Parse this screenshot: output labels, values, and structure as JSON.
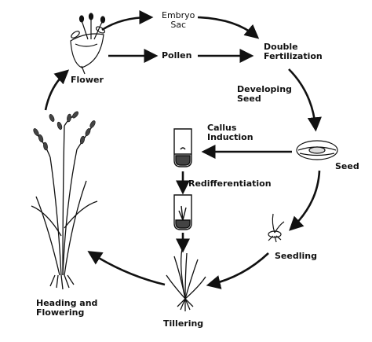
{
  "labels": {
    "embryo_sac_line1": "Embryo",
    "embryo_sac_line2": "Sac",
    "double_fert_line1": "Double",
    "double_fert_line2": "Fertilization",
    "flower": "Flower",
    "pollen": "Pollen",
    "developing_seed_line1": "Developing",
    "developing_seed_line2": "Seed",
    "callus_line1": "Callus",
    "callus_line2": "Induction",
    "seed": "Seed",
    "redifferentiation": "Redifferentiation",
    "seedling": "Seedling",
    "heading_line1": "Heading and",
    "heading_line2": "Flowering",
    "tillering": "Tillering"
  },
  "icons": {
    "flower": "flower-icon",
    "seed": "seed-icon",
    "test_tube_callus": "test-tube-icon",
    "test_tube_plantlet": "test-tube-icon",
    "seedling": "seedling-icon",
    "tillering": "tillering-plant-icon",
    "rice_plant": "rice-plant-icon"
  },
  "colors": {
    "ink": "#111111",
    "background": "#ffffff"
  }
}
